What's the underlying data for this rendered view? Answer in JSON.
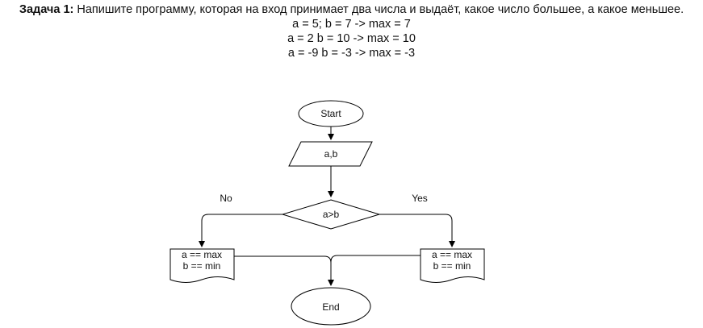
{
  "task": {
    "title": "Задача 1:",
    "description": "Напишите программу, которая на вход принимает два числа и выдаёт, какое число большее, а какое меньшее.",
    "examples": [
      "a = 5; b = 7 -> max = 7",
      "a = 2 b = 10 -> max = 10",
      "a = -9 b = -3 -> max = -3"
    ]
  },
  "flowchart": {
    "start_label": "Start",
    "input_label": "a,b",
    "decision_label": "a>b",
    "no_label": "No",
    "yes_label": "Yes",
    "left_output": [
      "a == max",
      "b == min"
    ],
    "right_output": [
      "a == max",
      "b == min"
    ],
    "end_label": "End"
  }
}
